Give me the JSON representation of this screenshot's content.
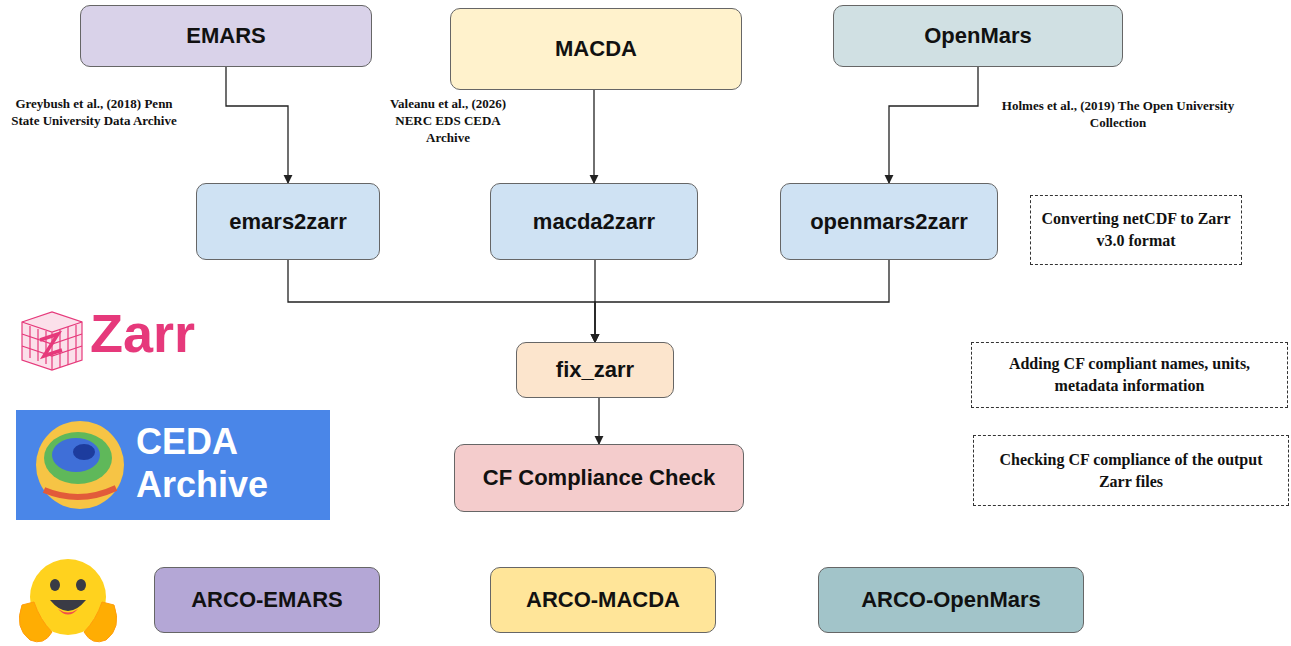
{
  "diagram": {
    "nodes": [
      {
        "text": [
          "EMARS"
        ]
      },
      {
        "text": [
          "MACDA"
        ]
      },
      {
        "text": [
          "OpenMars"
        ]
      },
      {
        "text": [
          "emars2zarr"
        ]
      },
      {
        "text": [
          "macda2zarr"
        ]
      },
      {
        "text": [
          "openmars2zarr"
        ]
      },
      {
        "text": [
          "Converting netCDF to Zarr v3.0 format"
        ]
      },
      {
        "text": [
          "fix_zarr"
        ]
      },
      {
        "text": [
          "Adding CF compliant names, units, metadata information"
        ]
      },
      {
        "text": [
          "CF Compliance Check"
        ]
      },
      {
        "text": [
          "Checking CF compliance of the output Zarr files"
        ]
      },
      {
        "text": [
          "ARCO-EMARS"
        ]
      },
      {
        "text": [
          "ARCO-MACDA"
        ]
      },
      {
        "text": [
          "ARCO-OpenMars"
        ]
      }
    ],
    "edges": [
      {
        "from": 0,
        "to": 3,
        "arrow": "to"
      },
      {
        "from": 1,
        "to": 4,
        "arrow": "to"
      },
      {
        "from": 2,
        "to": 5,
        "arrow": "to"
      },
      {
        "from": 3,
        "to": 7,
        "arrow": "to"
      },
      {
        "from": 4,
        "to": 7,
        "arrow": "to"
      },
      {
        "from": 5,
        "to": 7,
        "arrow": "to"
      },
      {
        "from": 7,
        "to": 9,
        "arrow": "to"
      }
    ],
    "labels": [
      "Greybush et al., (2018) Penn State University Data Archive",
      "Valeanu et al., (2026) NERC EDS CEDA Archive",
      "Holmes et al., (2019) The Open University Collection",
      "Zarr",
      "CEDA Archive"
    ]
  }
}
